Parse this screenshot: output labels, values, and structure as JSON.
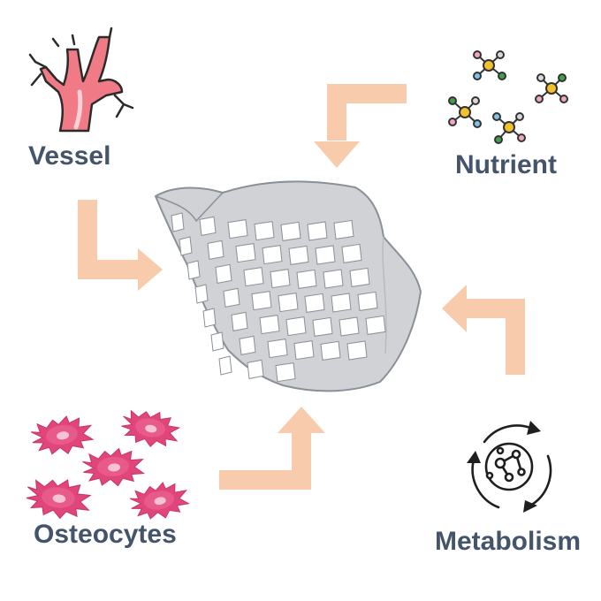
{
  "labels": {
    "vessel": "Vessel",
    "nutrient": "Nutrient",
    "osteocytes": "Osteocytes",
    "metabolism": "Metabolism"
  },
  "colors": {
    "arrow": "#f8cbad",
    "label": "#44546a",
    "vessel_fill": "#f07a86",
    "vessel_stroke": "#2b2b2b",
    "cell_fill": "#e0457b",
    "cell_nucleus": "#f6c3d2",
    "scaffold_fill": "#d0d2d5",
    "scaffold_stroke": "#8a9098",
    "molecule_stroke": "#333333",
    "molecule_center": "#f2c12e",
    "molecule_nodes": [
      "#f4a7b9",
      "#7fc3e6",
      "#3fa14a",
      "#d9d9d9"
    ]
  },
  "icons": {
    "vessel": "blood-vessel-icon",
    "nutrient": "molecule-cluster-icon",
    "osteocytes": "bone-cell-icon",
    "metabolism": "metabolic-cycle-icon",
    "center": "porous-scaffold-icon"
  }
}
